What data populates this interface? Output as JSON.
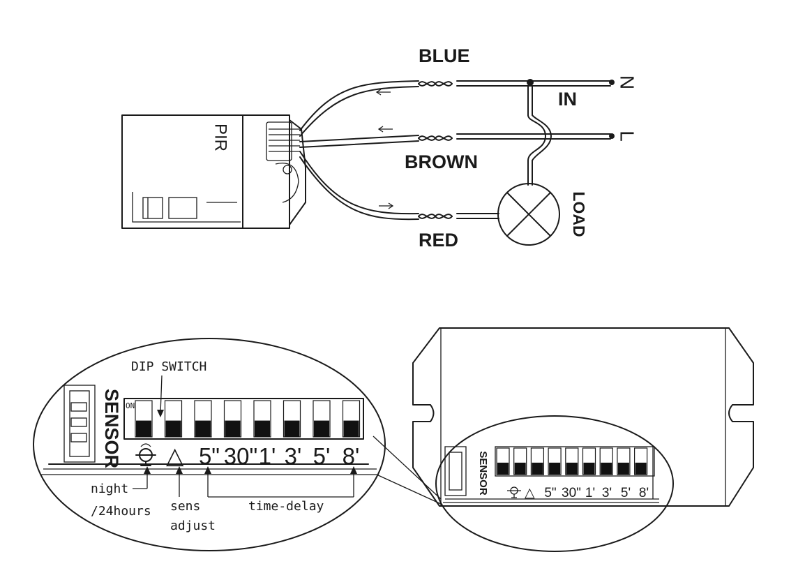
{
  "wiring": {
    "module_label": "PIR",
    "wire_blue": "BLUE",
    "wire_brown": "BROWN",
    "wire_red": "RED",
    "supply_label": "IN",
    "terminal_n": "N",
    "terminal_l": "L",
    "load_label": "LOAD"
  },
  "dip_detail": {
    "title": "DIP SWITCH",
    "on_label": "ON",
    "sensor_label": "SENSOR",
    "triangle_symbol": "△",
    "time_settings": [
      "5\"",
      "30\"",
      "1'",
      "3'",
      "5'",
      "8'"
    ],
    "callout_night": "night",
    "callout_night_2": "/24hours",
    "callout_sens": "sens",
    "callout_sens_2": "adjust",
    "callout_time": "time-delay"
  },
  "housing": {
    "sensor_label": "SENSOR",
    "triangle_symbol": "△",
    "time_settings": [
      "5\"",
      "30\"",
      "1'",
      "3'",
      "5'",
      "8'"
    ]
  }
}
